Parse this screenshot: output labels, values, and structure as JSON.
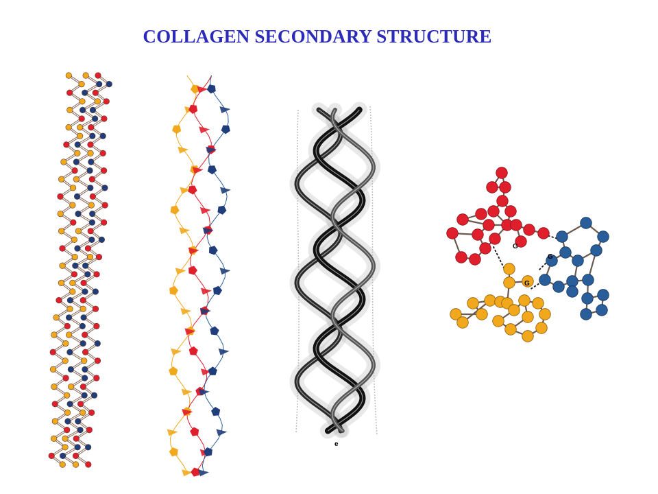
{
  "title": "COLLAGEN SECONDARY STRUCTURE",
  "colors": {
    "title": "#2b2bb8",
    "red": "#e01f2d",
    "navy": "#1f3d7a",
    "orange": "#f2a81d",
    "blue": "#2a5e9a",
    "bond": "#8a6a5a",
    "helix_dark": "#1a1a1a",
    "helix_light": "#bdbdbd"
  },
  "panels": {
    "helix": {
      "label": "e"
    },
    "cross_section": {
      "atom_labels": [
        "G",
        "G",
        "G"
      ]
    }
  }
}
